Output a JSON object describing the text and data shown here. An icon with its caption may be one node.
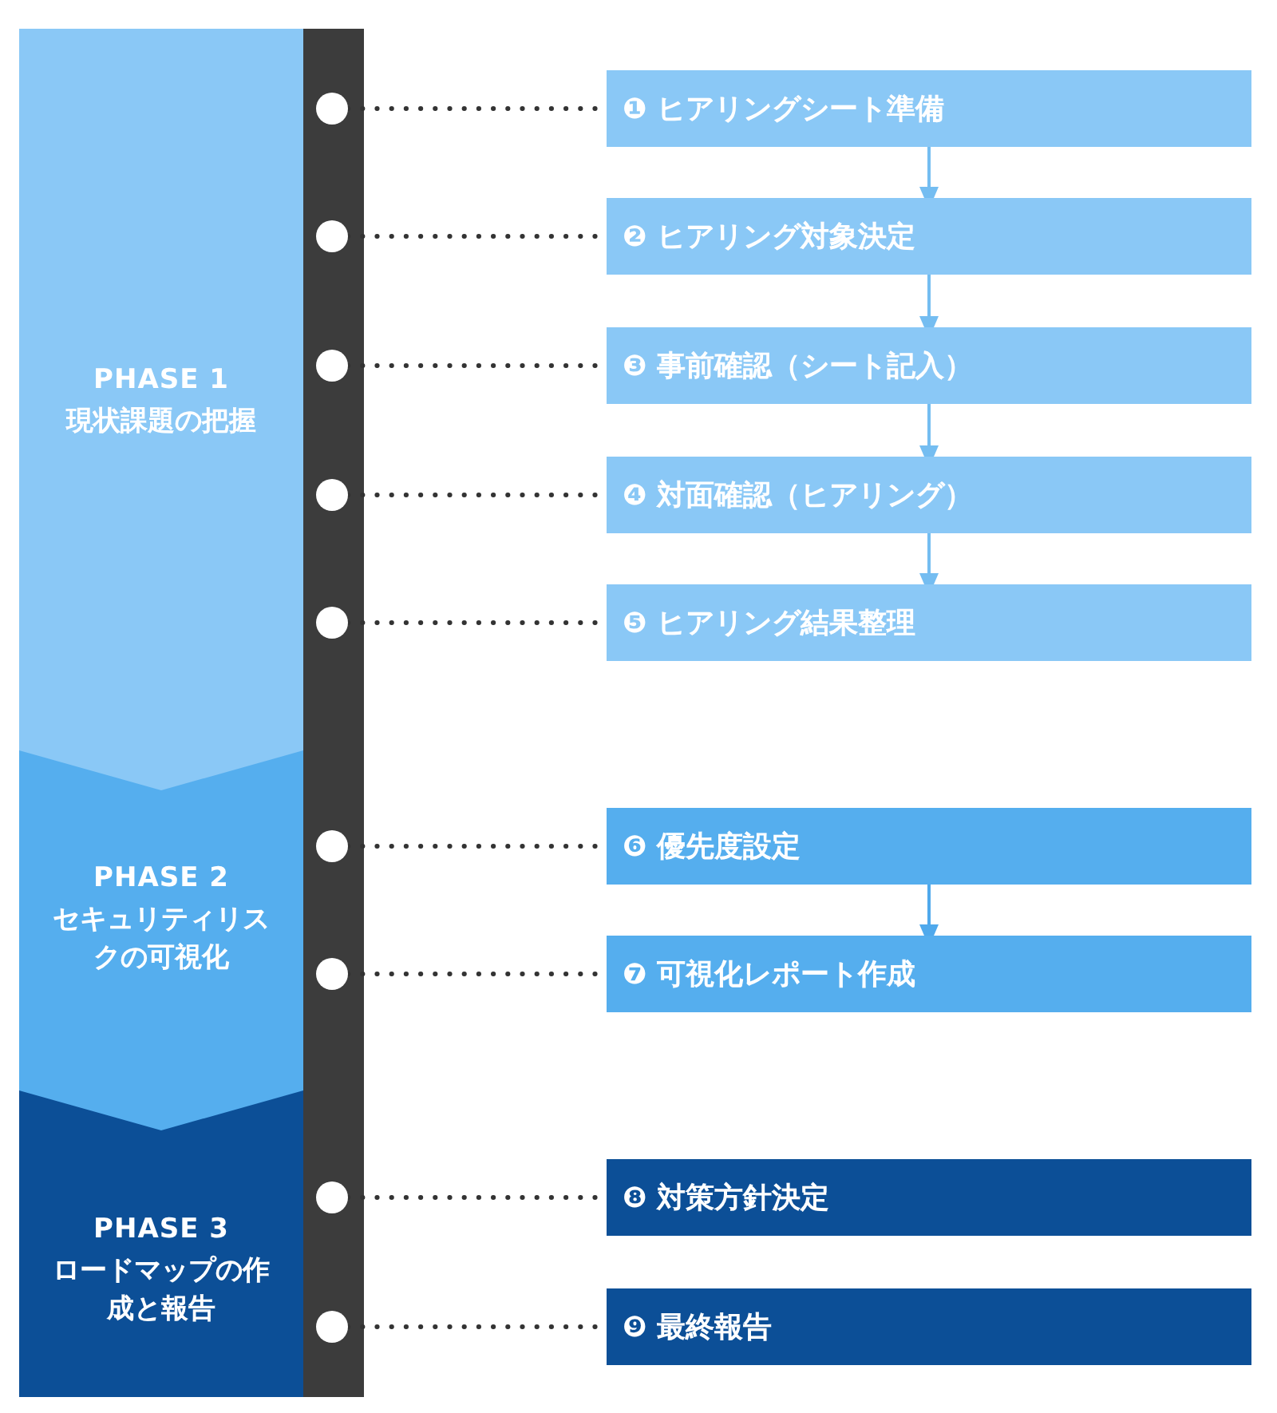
{
  "diagram": {
    "nodes": [
      {
        "text": [
          "PHASE 1",
          "現状課題の把握"
        ]
      },
      {
        "text": [
          "PHASE 2",
          "セキュリティリスクの可視化"
        ]
      },
      {
        "text": [
          "PHASE 3",
          "ロードマップの作成と報告"
        ]
      },
      {
        "text": [],
        "shape": "circle"
      },
      {
        "text": [],
        "shape": "circle"
      },
      {
        "text": [],
        "shape": "circle"
      },
      {
        "text": [],
        "shape": "circle"
      },
      {
        "text": [],
        "shape": "circle"
      },
      {
        "text": [],
        "shape": "circle"
      },
      {
        "text": [],
        "shape": "circle"
      },
      {
        "text": [],
        "shape": "circle"
      },
      {
        "text": [],
        "shape": "circle"
      },
      {
        "text": [
          "❶ ヒアリングシート準備"
        ]
      },
      {
        "text": [
          "❷ ヒアリング対象決定"
        ]
      },
      {
        "text": [
          "❸ 事前確認（シート記入）"
        ]
      },
      {
        "text": [
          "❹ 対面確認（ヒアリング）"
        ]
      },
      {
        "text": [
          "❺ ヒアリング結果整理"
        ]
      },
      {
        "text": [
          "❻ 優先度設定"
        ]
      },
      {
        "text": [
          "❼ 可視化レポート作成"
        ]
      },
      {
        "text": [
          "❽ 対策方針決定"
        ]
      },
      {
        "text": [
          "❾ 最終報告"
        ]
      }
    ],
    "edges": [
      {
        "from": 3,
        "to": 12,
        "arrow": "none",
        "style": "dashed"
      },
      {
        "from": 4,
        "to": 13,
        "arrow": "none",
        "style": "dashed"
      },
      {
        "from": 5,
        "to": 14,
        "arrow": "none",
        "style": "dashed"
      },
      {
        "from": 6,
        "to": 15,
        "arrow": "none",
        "style": "dashed"
      },
      {
        "from": 7,
        "to": 16,
        "arrow": "none",
        "style": "dashed"
      },
      {
        "from": 8,
        "to": 17,
        "arrow": "none",
        "style": "dashed"
      },
      {
        "from": 9,
        "to": 18,
        "arrow": "none",
        "style": "dashed"
      },
      {
        "from": 10,
        "to": 19,
        "arrow": "none",
        "style": "dashed"
      },
      {
        "from": 11,
        "to": 20,
        "arrow": "none",
        "style": "dashed"
      },
      {
        "from": 12,
        "to": 13,
        "arrow": "to",
        "color": "#74bdf1"
      },
      {
        "from": 13,
        "to": 14,
        "arrow": "to",
        "color": "#74bdf1"
      },
      {
        "from": 14,
        "to": 15,
        "arrow": "to",
        "color": "#74bdf1"
      },
      {
        "from": 15,
        "to": 16,
        "arrow": "to",
        "color": "#74bdf1"
      },
      {
        "from": 17,
        "to": 18,
        "arrow": "to",
        "color": "#4fa9ec"
      }
    ]
  }
}
